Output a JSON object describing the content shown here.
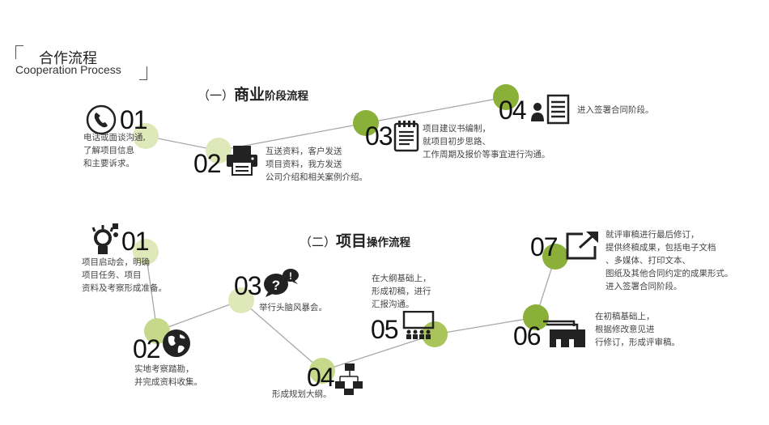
{
  "header": {
    "title": "合作流程",
    "subtitle": "Cooperation Process"
  },
  "colors": {
    "dark_green": "#8bb03a",
    "light_green": "#dfe8b9",
    "line": "#a8a8a8",
    "text": "#444444"
  },
  "section1": {
    "prefix": "（一）",
    "title_big": "商业",
    "title_small": "阶段流程",
    "steps": [
      {
        "num": "01",
        "icon": "phone-icon",
        "lines": [
          "电话或面谈沟通,",
          "了解项目信息",
          "和主要诉求。"
        ]
      },
      {
        "num": "02",
        "icon": "printer-icon",
        "lines": [
          "互送资料，客户发送",
          "项目资料，我方发送",
          "公司介绍和相关案例介绍。"
        ]
      },
      {
        "num": "03",
        "icon": "notepad-icon",
        "lines": [
          "项目建议书编制，",
          "就项目初步思路、",
          "工作周期及报价等事宜进行沟通。"
        ]
      },
      {
        "num": "04",
        "icon": "contract-icon",
        "lines": [
          "进入签署合同阶段。"
        ]
      }
    ]
  },
  "section2": {
    "prefix": "（二）",
    "title_big": "项目",
    "title_small": "操作流程",
    "steps": [
      {
        "num": "01",
        "icon": "meeting-icon",
        "lines": [
          "项目启动会，明确",
          "项目任务、项目",
          "资料及考察形成准备。"
        ]
      },
      {
        "num": "02",
        "icon": "globe-icon",
        "lines": [
          "实地考察踏勘，",
          "并完成资料收集。"
        ]
      },
      {
        "num": "03",
        "icon": "brainstorm-icon",
        "lines": [
          "举行头脑风暴会。"
        ]
      },
      {
        "num": "04",
        "icon": "network-icon",
        "lines": [
          "形成规划大纲。"
        ]
      },
      {
        "num": "05",
        "icon": "presentation-icon",
        "lines": [
          "在大纲基础上，",
          "形成初稿，进行",
          "汇报沟通。"
        ]
      },
      {
        "num": "06",
        "icon": "documents-icon",
        "lines": [
          "在初稿基础上，",
          "根据修改意见进",
          "行修订，形成评审稿。"
        ]
      },
      {
        "num": "07",
        "icon": "export-icon",
        "lines": [
          "就评审稿进行最后修订，",
          "提供终稿成果，包括电子文档",
          "、多媒体、打印文本、",
          "图纸及其他合同约定的成果形式。",
          "进入签署合同阶段。"
        ]
      }
    ]
  }
}
